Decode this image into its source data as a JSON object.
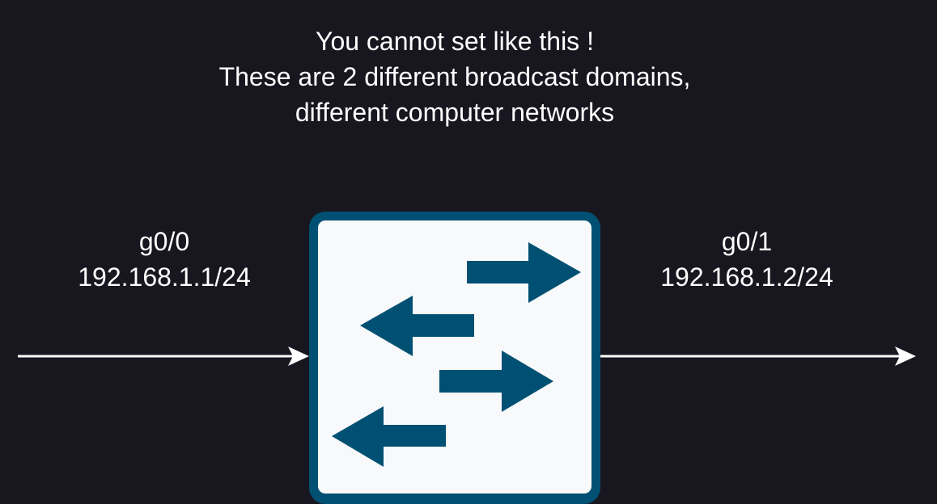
{
  "note": {
    "lines": [
      "You cannot set like this !",
      "These are 2 different broadcast domains,",
      "different computer networks"
    ]
  },
  "interfaces": {
    "left": {
      "name": "g0/0",
      "address": "192.168.1.1/24"
    },
    "right": {
      "name": "g0/1",
      "address": "192.168.1.2/24"
    }
  },
  "device": {
    "type": "switch",
    "icon": "switch-icon",
    "colors": {
      "frame": "#005073",
      "body": "#f8f9fa",
      "arrows": "#005073"
    }
  },
  "colors": {
    "background": "#18161f",
    "text": "#ffffff",
    "links": "#ffffff"
  }
}
